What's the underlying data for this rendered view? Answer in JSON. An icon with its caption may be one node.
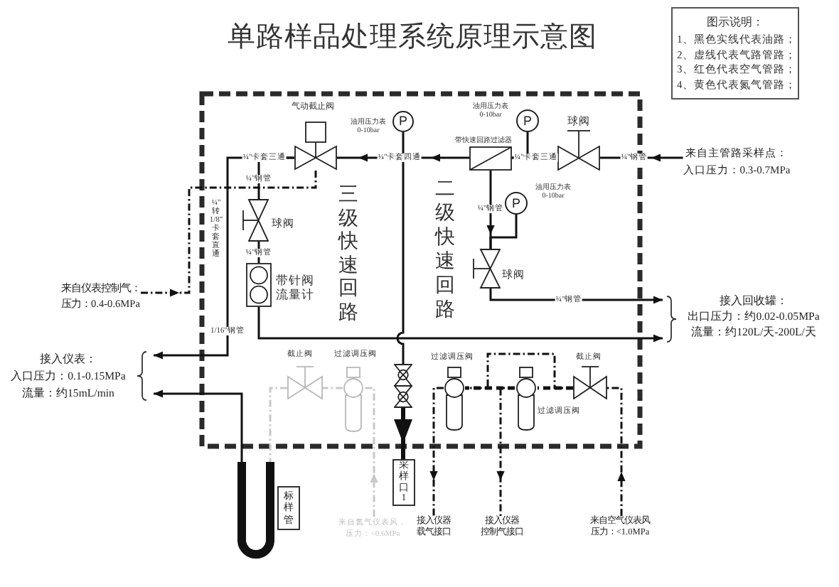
{
  "diagram": {
    "title": "单路样品处理系统原理示意图",
    "nodes": [
      {
        "text": [],
        "shape": "valve",
        "beside": [
          "气动截止阀"
        ]
      },
      {
        "text": [
          "P"
        ],
        "beside": [
          "油用压力表 0-10bar"
        ]
      },
      {
        "text": [],
        "shape": "filter",
        "beside": [
          "带快速回路过滤器"
        ]
      },
      {
        "text": [
          "P"
        ],
        "beside": [
          "油用压力表 0-10bar"
        ]
      },
      {
        "text": [],
        "shape": "valve",
        "beside": [
          "球阀"
        ]
      },
      {
        "text": [
          "来自主管路采样点：入口压力：0.3-0.7MPa"
        ]
      },
      {
        "text": [
          "P"
        ],
        "beside": [
          "油用压力表 0-10bar"
        ]
      },
      {
        "text": [],
        "shape": "valve",
        "beside": [
          "球阀"
        ]
      },
      {
        "text": [
          "接入回收罐：出口压力：约0.02-0.05MPa流量：约120L/天-200L/天"
        ]
      },
      {
        "text": [],
        "shape": "valve",
        "beside": [
          "球阀"
        ]
      },
      {
        "text": [],
        "shape": "flowmeter",
        "beside": [
          "带针阀流量计"
        ]
      },
      {
        "text": [
          "来自仪表控制气：压力：0.4-0.6MPa"
        ]
      },
      {
        "text": [
          "接入仪表：入口压力：0.1-0.15MPa流量：约15mL/min"
        ]
      },
      {
        "text": [],
        "shape": "tube"
      },
      {
        "text": [],
        "shape": "valve"
      },
      {
        "text": [
          "采样口1"
        ]
      },
      {
        "text": [],
        "shape": "valve",
        "beside": [
          "截止阀"
        ]
      },
      {
        "text": [],
        "shape": "regulator",
        "beside": [
          "过滤调压阀"
        ]
      },
      {
        "text": [
          "来自氮气仪表风，压力：<0.6MPa"
        ]
      },
      {
        "text": [],
        "shape": "regulator",
        "beside": [
          "过滤调压阀"
        ]
      },
      {
        "text": [],
        "shape": "regulator",
        "beside": [
          "过滤调压阀"
        ]
      },
      {
        "text": [],
        "shape": "valve",
        "beside": [
          "截止阀"
        ]
      },
      {
        "text": [
          "接入仪器载气接口"
        ]
      },
      {
        "text": [
          "接入仪器控制气接口"
        ]
      },
      {
        "text": [
          "来自空气仪表风压力：<1.0MPa"
        ]
      },
      {
        "text": [
          "标样管"
        ]
      }
    ],
    "edges": [
      {
        "from": 5,
        "to": 4,
        "arrow": "to",
        "label": "¼\"钢管"
      },
      {
        "from": 4,
        "to": 2,
        "arrow": "none",
        "label": "¼\"卡套三通"
      },
      {
        "from": 3,
        "to": 2,
        "arrow": "none"
      },
      {
        "from": 2,
        "to": 0,
        "arrow": "to",
        "label": "¼\"卡套四通"
      },
      {
        "from": 1,
        "to": 14,
        "arrow": "none"
      },
      {
        "from": 14,
        "to": 15,
        "arrow": "to",
        "style": "thick"
      },
      {
        "from": 0,
        "to": 9,
        "arrow": "none",
        "label": "¼\"钢管"
      },
      {
        "from": 0,
        "to": 12,
        "arrow": "to",
        "label": "1/16\"钢管"
      },
      {
        "from": 9,
        "to": 10,
        "arrow": "none",
        "label": "¼\"钢管"
      },
      {
        "from": 10,
        "to": 8,
        "arrow": "to"
      },
      {
        "from": 11,
        "to": 0,
        "arrow": "to",
        "style": "dashed"
      },
      {
        "from": 13,
        "to": 12,
        "arrow": "to"
      },
      {
        "from": 2,
        "to": 7,
        "arrow": "to",
        "label": "¼\"钢管"
      },
      {
        "from": 6,
        "to": 7,
        "arrow": "none"
      },
      {
        "from": 7,
        "to": 8,
        "arrow": "to",
        "label": "¼\"钢管"
      },
      {
        "from": 18,
        "to": 17,
        "arrow": "to",
        "style": "dashed",
        "color": "#c8c8c8"
      },
      {
        "from": 17,
        "to": 16,
        "arrow": "none",
        "style": "dashed",
        "color": "#c8c8c8"
      },
      {
        "from": 16,
        "to": 13,
        "arrow": "none",
        "style": "dashed",
        "color": "#c8c8c8"
      },
      {
        "from": 24,
        "to": 21,
        "arrow": "to",
        "style": "dashed"
      },
      {
        "from": 21,
        "to": 20,
        "arrow": "none",
        "style": "dashed"
      },
      {
        "from": 21,
        "to": 19,
        "arrow": "none",
        "style": "dashed"
      },
      {
        "from": 20,
        "to": 19,
        "arrow": "none",
        "style": "dashed"
      },
      {
        "from": 20,
        "to": 23,
        "arrow": "to",
        "style": "dashed"
      },
      {
        "from": 19,
        "to": 22,
        "arrow": "to",
        "style": "dashed"
      }
    ],
    "labels": [
      "图示说明：",
      "1、黑色实线代表油路；",
      "2、虚线代表气路管路；",
      "3、红色代表空气管路；",
      "4、黄色代表氮气管路；",
      "¼\"卡套三通",
      "¼\"转1/8\"卡套直通",
      "三级快速回路",
      "二级快速回路"
    ]
  }
}
